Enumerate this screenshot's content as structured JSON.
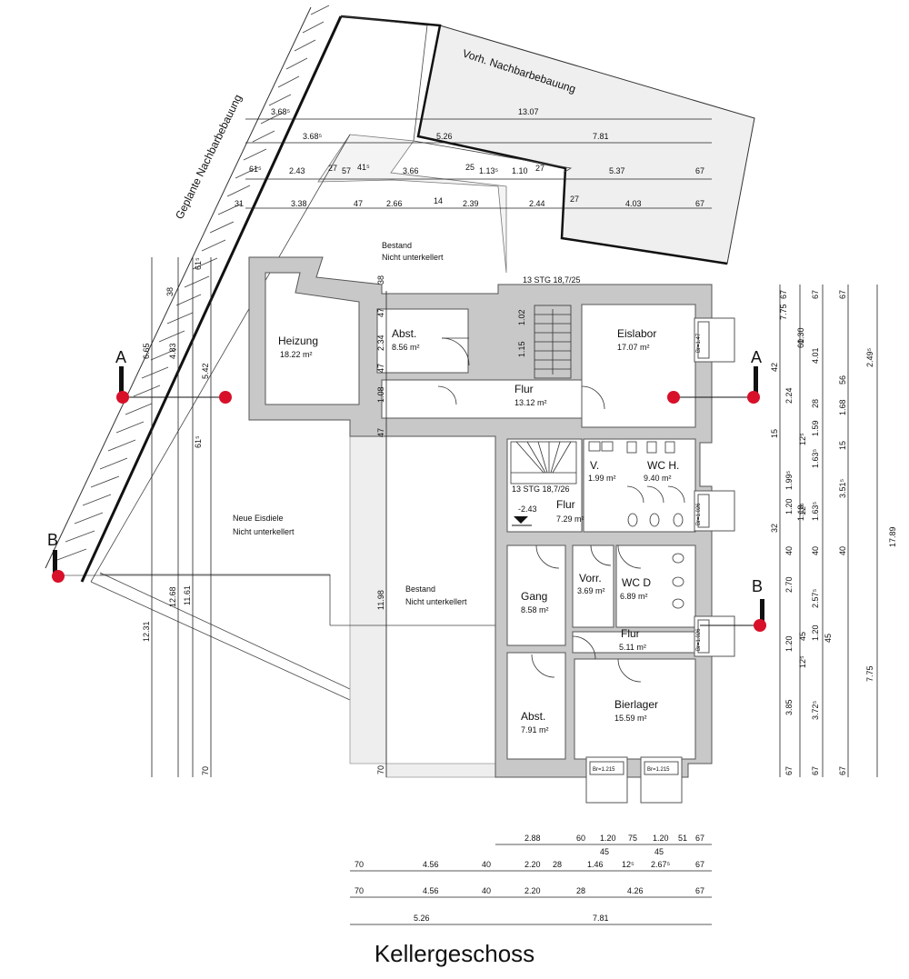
{
  "title": "Kellergeschoss",
  "labels": {
    "neighbor_existing": "Vorh. Nachbarbebauung",
    "neighbor_planned": "Geplante Nachbarbebauung",
    "bestand_top_1": "Bestand",
    "bestand_top_2": "Nicht unterkellert",
    "bestand_mid_1": "Bestand",
    "bestand_mid_2": "Nicht unterkellert",
    "eisdiele_1": "Neue Eisdiele",
    "eisdiele_2": "Nicht unterkellert",
    "stair_top": "13 STG 18,7/25",
    "stair_mid": "13 STG 18,7/26",
    "level": "-2.43",
    "section_a": "A",
    "section_b": "B"
  },
  "rooms": [
    {
      "name": "Heizung",
      "area": "18.22 m²"
    },
    {
      "name": "Abst.",
      "area": "8.56 m²"
    },
    {
      "name": "Eislabor",
      "area": "17.07 m²"
    },
    {
      "name": "Flur",
      "area": "13.12 m²"
    },
    {
      "name": "WC H.",
      "area": "9.40 m²"
    },
    {
      "name": "V.",
      "area": "1.99 m²"
    },
    {
      "name": "Flur",
      "area": "7.29 m²"
    },
    {
      "name": "Vorr.",
      "area": "3.69 m²"
    },
    {
      "name": "WC D",
      "area": "6.89 m²"
    },
    {
      "name": "Gang",
      "area": "8.58 m²"
    },
    {
      "name": "Flur",
      "area": "5.11 m²"
    },
    {
      "name": "Abst.",
      "area": "7.91 m²"
    },
    {
      "name": "Bierlager",
      "area": "15.59 m²"
    }
  ],
  "windows": [
    "Br=1.47",
    "Br=1.026",
    "Br=1.026",
    "Br=1.215",
    "Br=1.215"
  ],
  "dims_top": {
    "r1": [
      "3.68⁵",
      "13.07"
    ],
    "r2": [
      "3.68⁵",
      "5.26",
      "7.81"
    ],
    "r3": [
      "61⁵",
      "2.43",
      "27",
      "57",
      "41⁵",
      "3.66",
      "25",
      "1.13⁵",
      "1.10",
      "27",
      "5.37",
      "67"
    ],
    "r4": [
      "31",
      "3.38",
      "47",
      "2.66",
      "14",
      "2.39",
      "2.44",
      "27",
      "4.03",
      "67"
    ]
  },
  "dims_bottom": {
    "r1": [
      "2.88",
      "60",
      "1.20",
      "75",
      "1.20",
      "51",
      "67"
    ],
    "r1b": [
      "45",
      "45"
    ],
    "r2": [
      "70",
      "4.56",
      "40",
      "2.20",
      "28",
      "1.46",
      "12⁵",
      "2.67⁵",
      "67"
    ],
    "r3": [
      "70",
      "4.56",
      "40",
      "2.20",
      "28",
      "4.26",
      "67"
    ],
    "r4": [
      "5.26",
      "7.81"
    ]
  },
  "dims_left": {
    "c1": [
      "12.31"
    ],
    "c2": [
      "6.65",
      "12.68"
    ],
    "c3": [
      "38",
      "4.83",
      "61⁵",
      "11.61"
    ],
    "c4": [
      "61⁵",
      "5.42",
      "70"
    ],
    "inner": [
      "38",
      "47",
      "2.34",
      "47",
      "1.08",
      "47",
      "11.98",
      "70",
      "1.02",
      "1.15"
    ]
  },
  "dims_right": {
    "c1": [
      "42",
      "15",
      "32"
    ],
    "c2": [
      "67",
      "7.75",
      "2.24",
      "1.99⁵",
      "1.20",
      "40",
      "2.70",
      "1.20",
      "3.85",
      "67"
    ],
    "c2b": [
      "12⁵",
      "12⁵",
      "45",
      "12⁵"
    ],
    "c3": [
      "67",
      "1.30",
      "60",
      "28",
      "1.59",
      "1.63⁵",
      "1.18",
      "1.63⁵",
      "40",
      "2.57⁵",
      "1.20",
      "3.72⁵",
      "67"
    ],
    "c4": [
      "67",
      "4.01",
      "56",
      "1.68",
      "15",
      "3.51⁵",
      "40",
      "45",
      "7.75",
      "67"
    ],
    "c5": [
      "2.49⁵",
      "17.89"
    ]
  }
}
